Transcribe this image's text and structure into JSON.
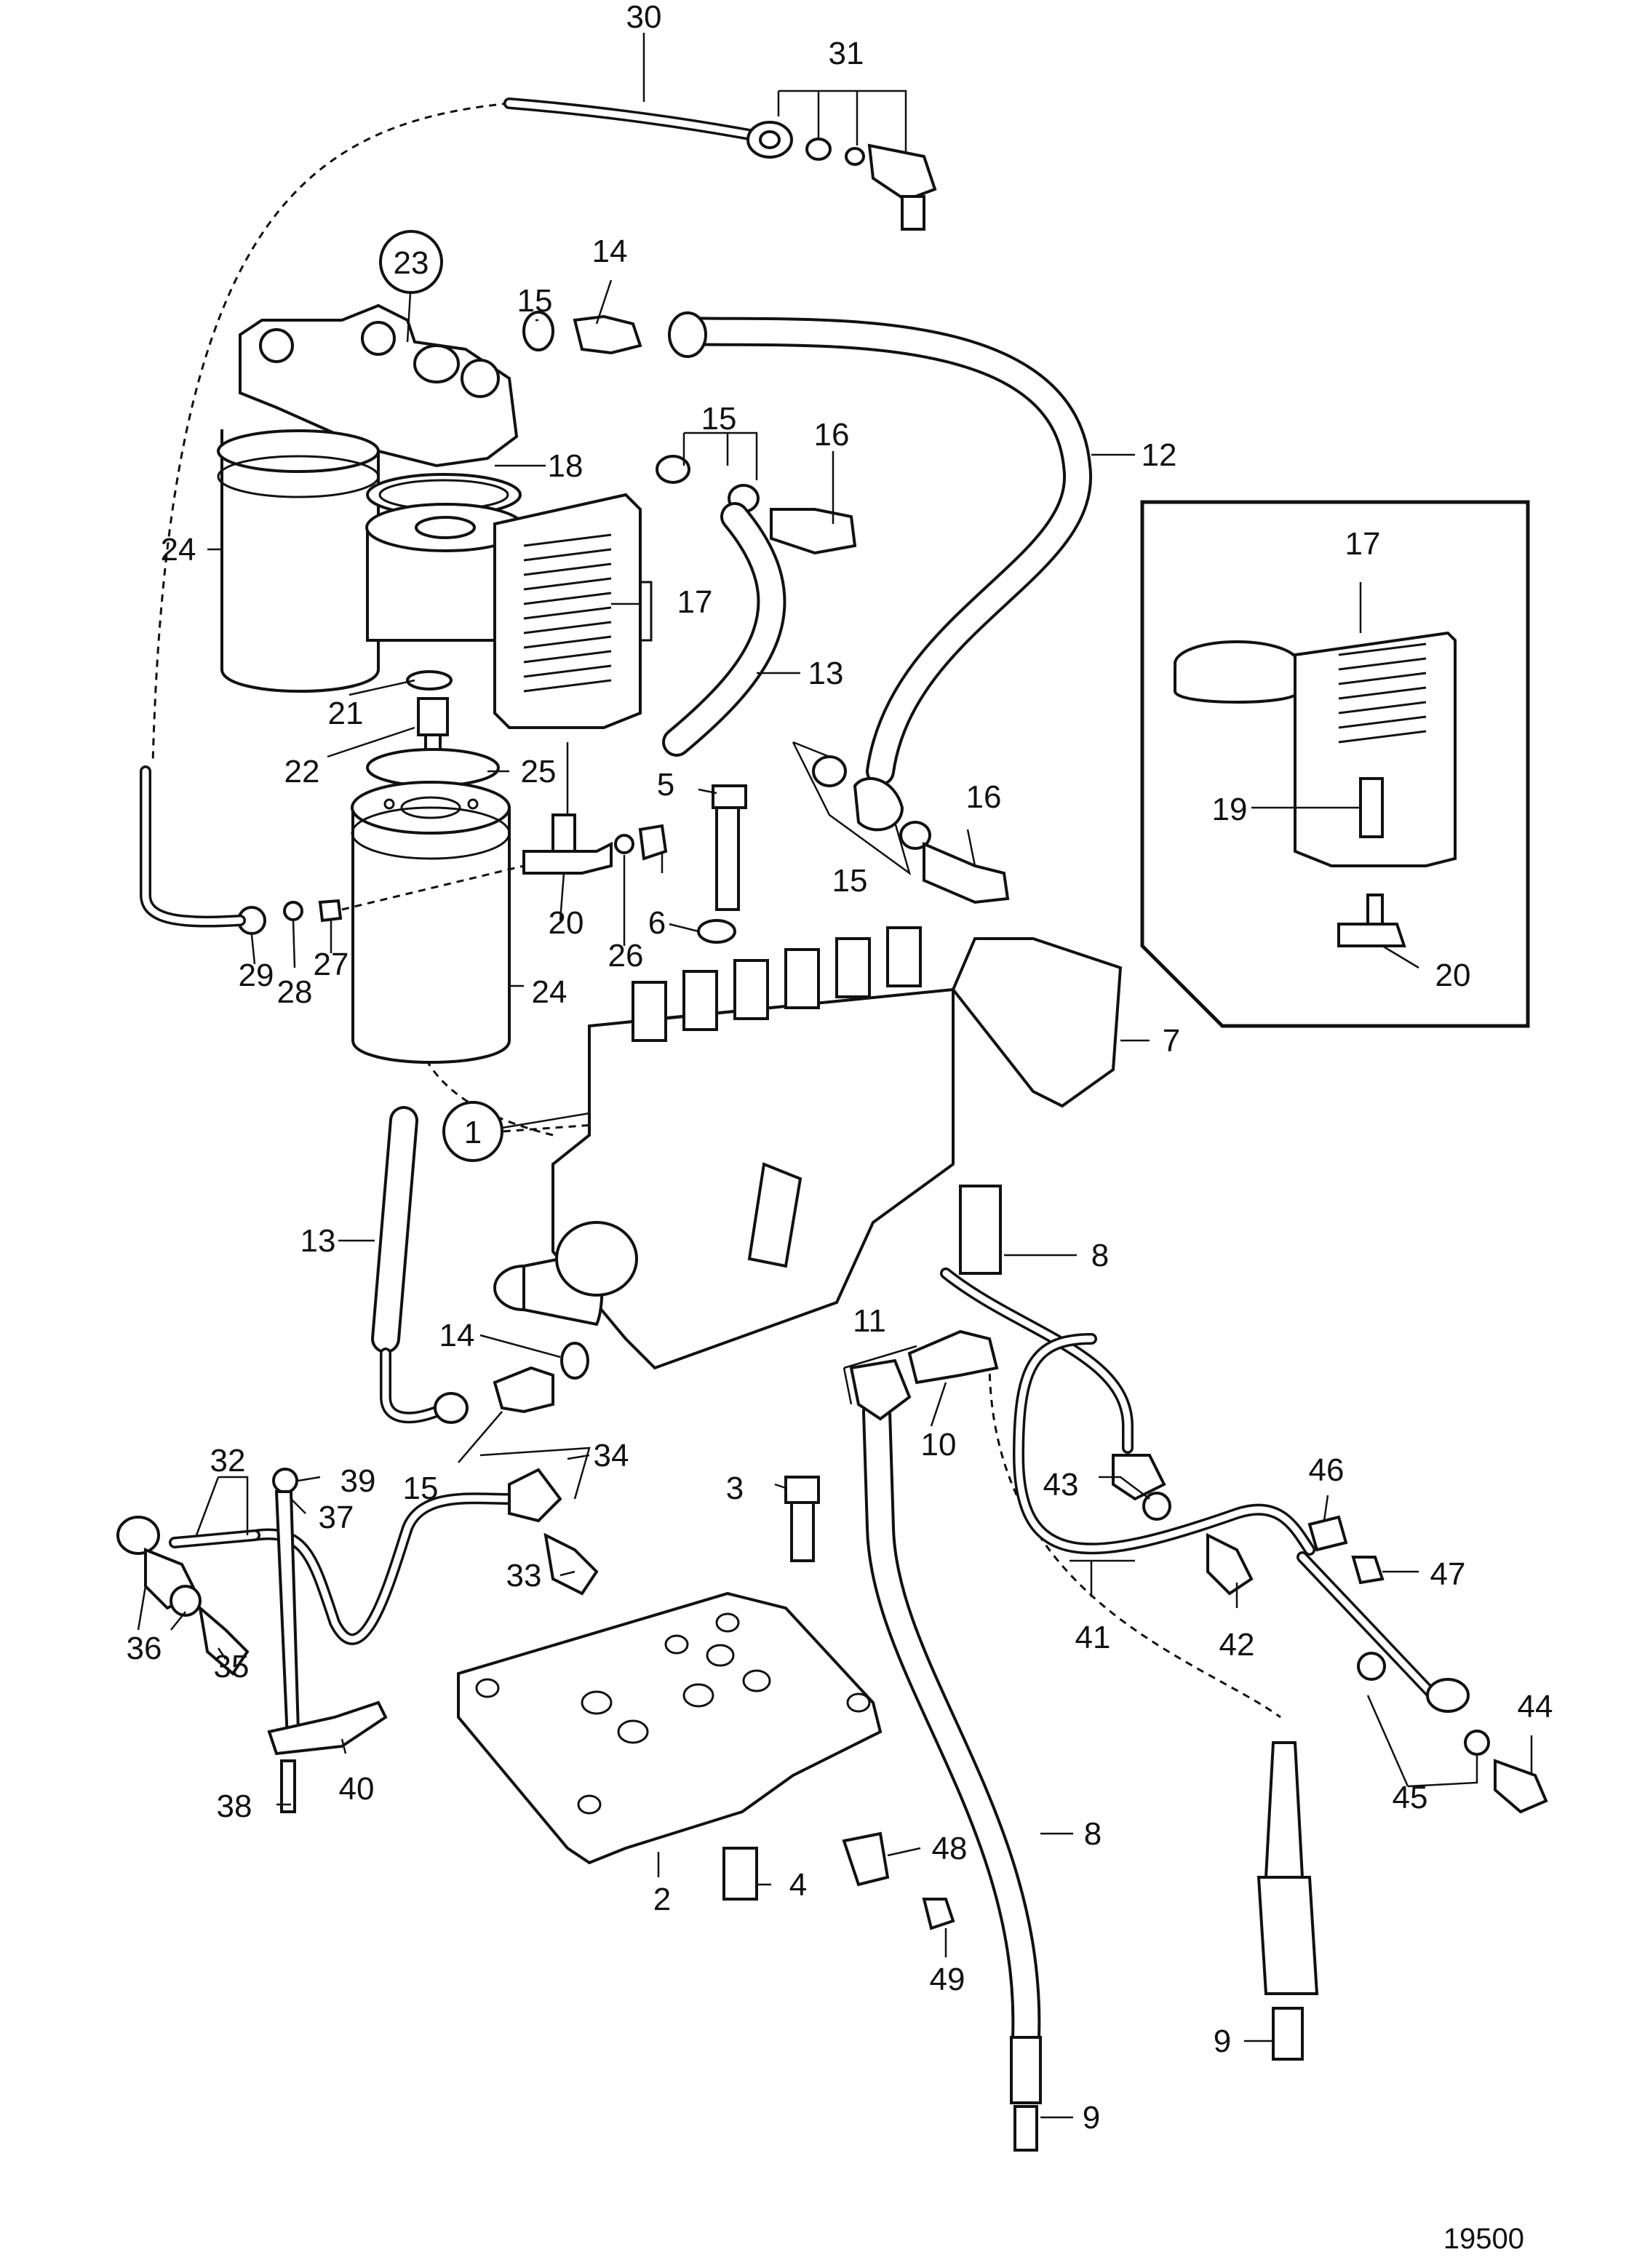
{
  "figure_number": "19500",
  "callouts": [
    "1",
    "2",
    "3",
    "4",
    "5",
    "6",
    "7",
    "8",
    "8",
    "9",
    "9",
    "10",
    "11",
    "12",
    "13",
    "13",
    "14",
    "14",
    "15",
    "15",
    "15",
    "15",
    "16",
    "16",
    "17",
    "17",
    "18",
    "19",
    "20",
    "20",
    "21",
    "22",
    "23",
    "24",
    "24",
    "25",
    "26",
    "27",
    "28",
    "29",
    "30",
    "31",
    "32",
    "33",
    "34",
    "35",
    "36",
    "37",
    "38",
    "39",
    "40",
    "41",
    "42",
    "43",
    "44",
    "45",
    "46",
    "47",
    "48",
    "49"
  ],
  "circled_callouts": [
    "23",
    "1"
  ],
  "colors": {
    "line": "#111111",
    "background": "#ffffff"
  }
}
